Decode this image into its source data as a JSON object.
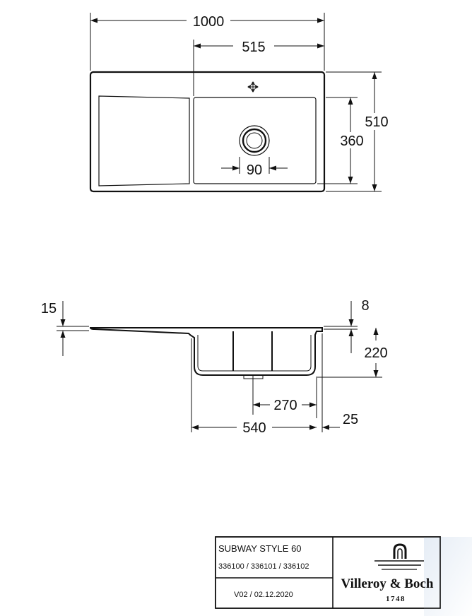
{
  "top_view": {
    "width": "1000",
    "bowl_width": "515",
    "depth": "510",
    "bowl_depth": "360",
    "drain_diameter": "90"
  },
  "side_view": {
    "drainer_thickness": "15",
    "rim_thickness": "8",
    "bowl_depth": "220",
    "drain_offset": "270",
    "bowl_length": "540",
    "edge_offset": "25"
  },
  "title_block": {
    "product": "SUBWAY STYLE 60",
    "article_numbers": "336100 / 336101 / 336102",
    "version": "V02 / 02.12.2020",
    "brand": "Villeroy & Boch",
    "year": "1748"
  }
}
